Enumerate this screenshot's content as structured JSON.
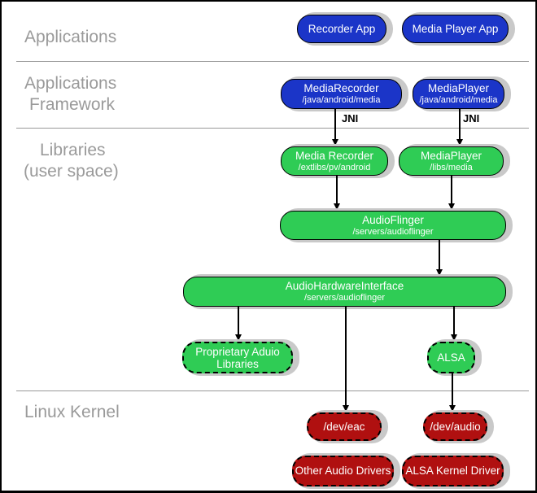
{
  "sections": {
    "applications": {
      "label": "Applications"
    },
    "applications_framework": {
      "line1": "Applications",
      "line2": "Framework"
    },
    "libraries": {
      "line1": "Libraries",
      "line2": "(user space)"
    },
    "linux_kernel": {
      "label": "Linux Kernel"
    }
  },
  "nodes": [
    {
      "id": "recorder-app",
      "title": "Recorder App"
    },
    {
      "id": "media-player-app",
      "title": "Media Player App"
    },
    {
      "id": "mediarecorder-framework",
      "title": "MediaRecorder",
      "subtitle": "/java/android/media"
    },
    {
      "id": "mediaplayer-framework",
      "title": "MediaPlayer",
      "subtitle": "/java/android/media"
    },
    {
      "id": "media-recorder-lib",
      "title": "Media Recorder",
      "subtitle": "/extlibs/pv/android"
    },
    {
      "id": "mediaplayer-lib",
      "title": "MediaPlayer",
      "subtitle": "/libs/media"
    },
    {
      "id": "audioflinger",
      "title": "AudioFlinger",
      "subtitle": "/servers/audioflinger"
    },
    {
      "id": "audio-hardware-interface",
      "title": "AudioHardwareInterface",
      "subtitle": "/servers/audioflinger"
    },
    {
      "id": "proprietary-audio-libraries",
      "title": "Proprietary Aduio Libraries"
    },
    {
      "id": "alsa",
      "title": "ALSA"
    },
    {
      "id": "dev-eac",
      "title": "/dev/eac"
    },
    {
      "id": "dev-audio",
      "title": "/dev/audio"
    },
    {
      "id": "other-audio-drivers",
      "title": "Other Audio Drivers"
    },
    {
      "id": "alsa-kernel-driver",
      "title": "ALSA Kernel Driver"
    }
  ],
  "edges": {
    "jni_label": "JNI"
  },
  "colors": {
    "app_blue": "#1b35c8",
    "lib_green": "#2fcc55",
    "kernel_red": "#b01010",
    "label_gray": "#9a9a9a",
    "divider_gray": "#999999",
    "shadow_gray": "#c9c9c9",
    "border_black": "#000000"
  }
}
